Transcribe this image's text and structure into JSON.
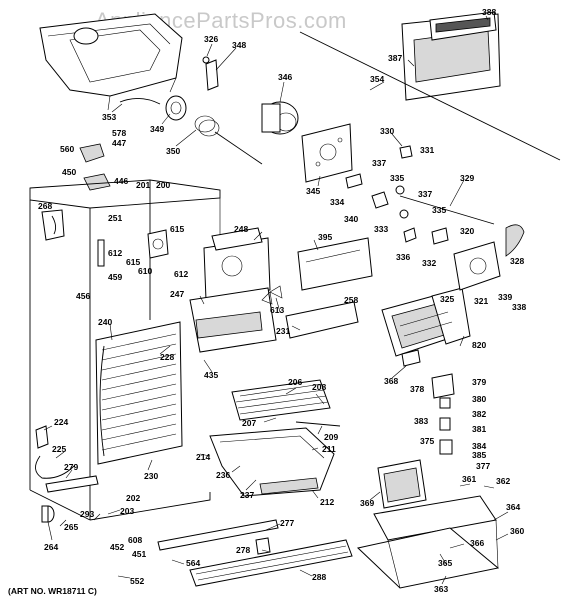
{
  "watermark": "AppliancePartsPros.com",
  "footer": {
    "art_number": "(ART NO. WR18711 C)"
  },
  "parts": {
    "p388": "388",
    "p387": "387",
    "p354": "354",
    "p326": "326",
    "p348": "348",
    "p346": "346",
    "p353": "353",
    "p349": "349",
    "p350": "350",
    "p578": "578",
    "p447": "447",
    "p560": "560",
    "p450": "450",
    "p446": "446",
    "p345": "345",
    "p330": "330",
    "p331": "331",
    "p337a": "337",
    "p335a": "335",
    "p329": "329",
    "p334": "334",
    "p337b": "337",
    "p340": "340",
    "p333": "333",
    "p335b": "335",
    "p336": "336",
    "p332": "332",
    "p320": "320",
    "p328": "328",
    "p201": "201",
    "p200": "200",
    "p268": "268",
    "p251": "251",
    "p615a": "615",
    "p248": "248",
    "p395": "395",
    "p612a": "612",
    "p615b": "615",
    "p459": "459",
    "p610": "610",
    "p612b": "612",
    "p613": "613",
    "p325": "325",
    "p321": "321",
    "p339": "339",
    "p338": "338",
    "p247": "247",
    "p258": "258",
    "p456": "456",
    "p231": "231",
    "p240": "240",
    "p228": "228",
    "p820": "820",
    "p435": "435",
    "p368": "368",
    "p378": "378",
    "p379": "379",
    "p206": "206",
    "p208": "208",
    "p380": "380",
    "p382": "382",
    "p224": "224",
    "p207": "207",
    "p209": "209",
    "p383": "383",
    "p381": "381",
    "p375": "375",
    "p384": "384",
    "p385": "385",
    "p225": "225",
    "p211": "211",
    "p214": "214",
    "p377": "377",
    "p279": "279",
    "p236": "236",
    "p230": "230",
    "p361": "361",
    "p362": "362",
    "p237": "237",
    "p202": "202",
    "p212": "212",
    "p369": "369",
    "p364": "364",
    "p293": "293",
    "p203": "203",
    "p265": "265",
    "p277": "277",
    "p360": "360",
    "p264": "264",
    "p608": "608",
    "p452": "452",
    "p451": "451",
    "p278": "278",
    "p366": "366",
    "p564": "564",
    "p365": "365",
    "p552": "552",
    "p288": "288",
    "p363": "363"
  }
}
